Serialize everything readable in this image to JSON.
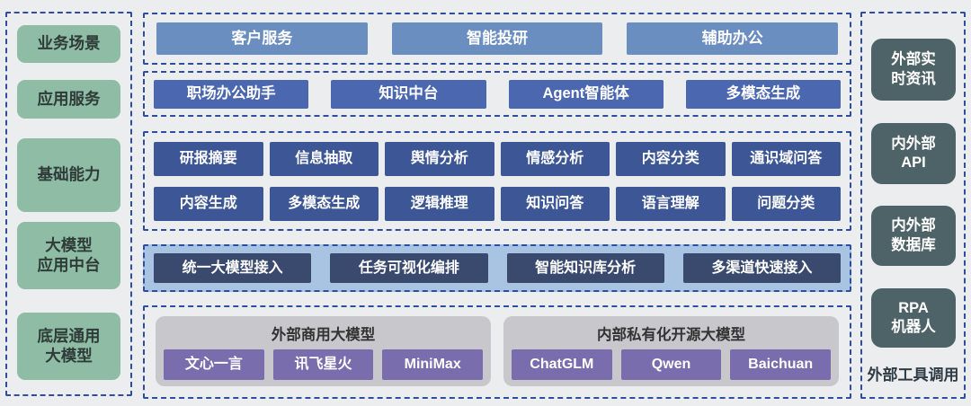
{
  "left_layers": [
    "业务场景",
    "应用服务",
    "基础能力",
    "大模型\n应用中台",
    "底层通用\n大模型"
  ],
  "scenarios": [
    "客户服务",
    "智能投研",
    "辅助办公"
  ],
  "services": [
    "职场办公助手",
    "知识中台",
    "Agent智能体",
    "多模态生成"
  ],
  "capabilities_row1": [
    "研报摘要",
    "信息抽取",
    "舆情分析",
    "情感分析",
    "内容分类",
    "通识域问答"
  ],
  "capabilities_row2": [
    "内容生成",
    "多模态生成",
    "逻辑推理",
    "知识问答",
    "语言理解",
    "问题分类"
  ],
  "platform_features": [
    "统一大模型接入",
    "任务可视化编排",
    "智能知识库分析",
    "多渠道快速接入"
  ],
  "model_groups": [
    {
      "title": "外部商用大模型",
      "models": [
        "文心一言",
        "讯飞星火",
        "MiniMax"
      ]
    },
    {
      "title": "内部私有化开源大模型",
      "models": [
        "ChatGLM",
        "Qwen",
        "Baichuan"
      ]
    }
  ],
  "external_tools": {
    "items": [
      "外部实\n时资讯",
      "内外部\nAPI",
      "内外部\n数据库",
      "RPA\n机器人"
    ],
    "footer": "外部工具调用"
  },
  "colors": {
    "background": "#ECEDEE",
    "dashed_border": "#2E4DA0",
    "layer_green": "#8FBCA5",
    "scenario_blue": "#6B8EC1",
    "service_blue": "#4A67B0",
    "capability_navy": "#3D5796",
    "platform_band_blue": "#A9C4E2",
    "platform_box_navy": "#394A6E",
    "model_panel_gray": "#C8C7CB",
    "model_purple": "#7A6DAD",
    "tool_slate": "#4E6367"
  }
}
